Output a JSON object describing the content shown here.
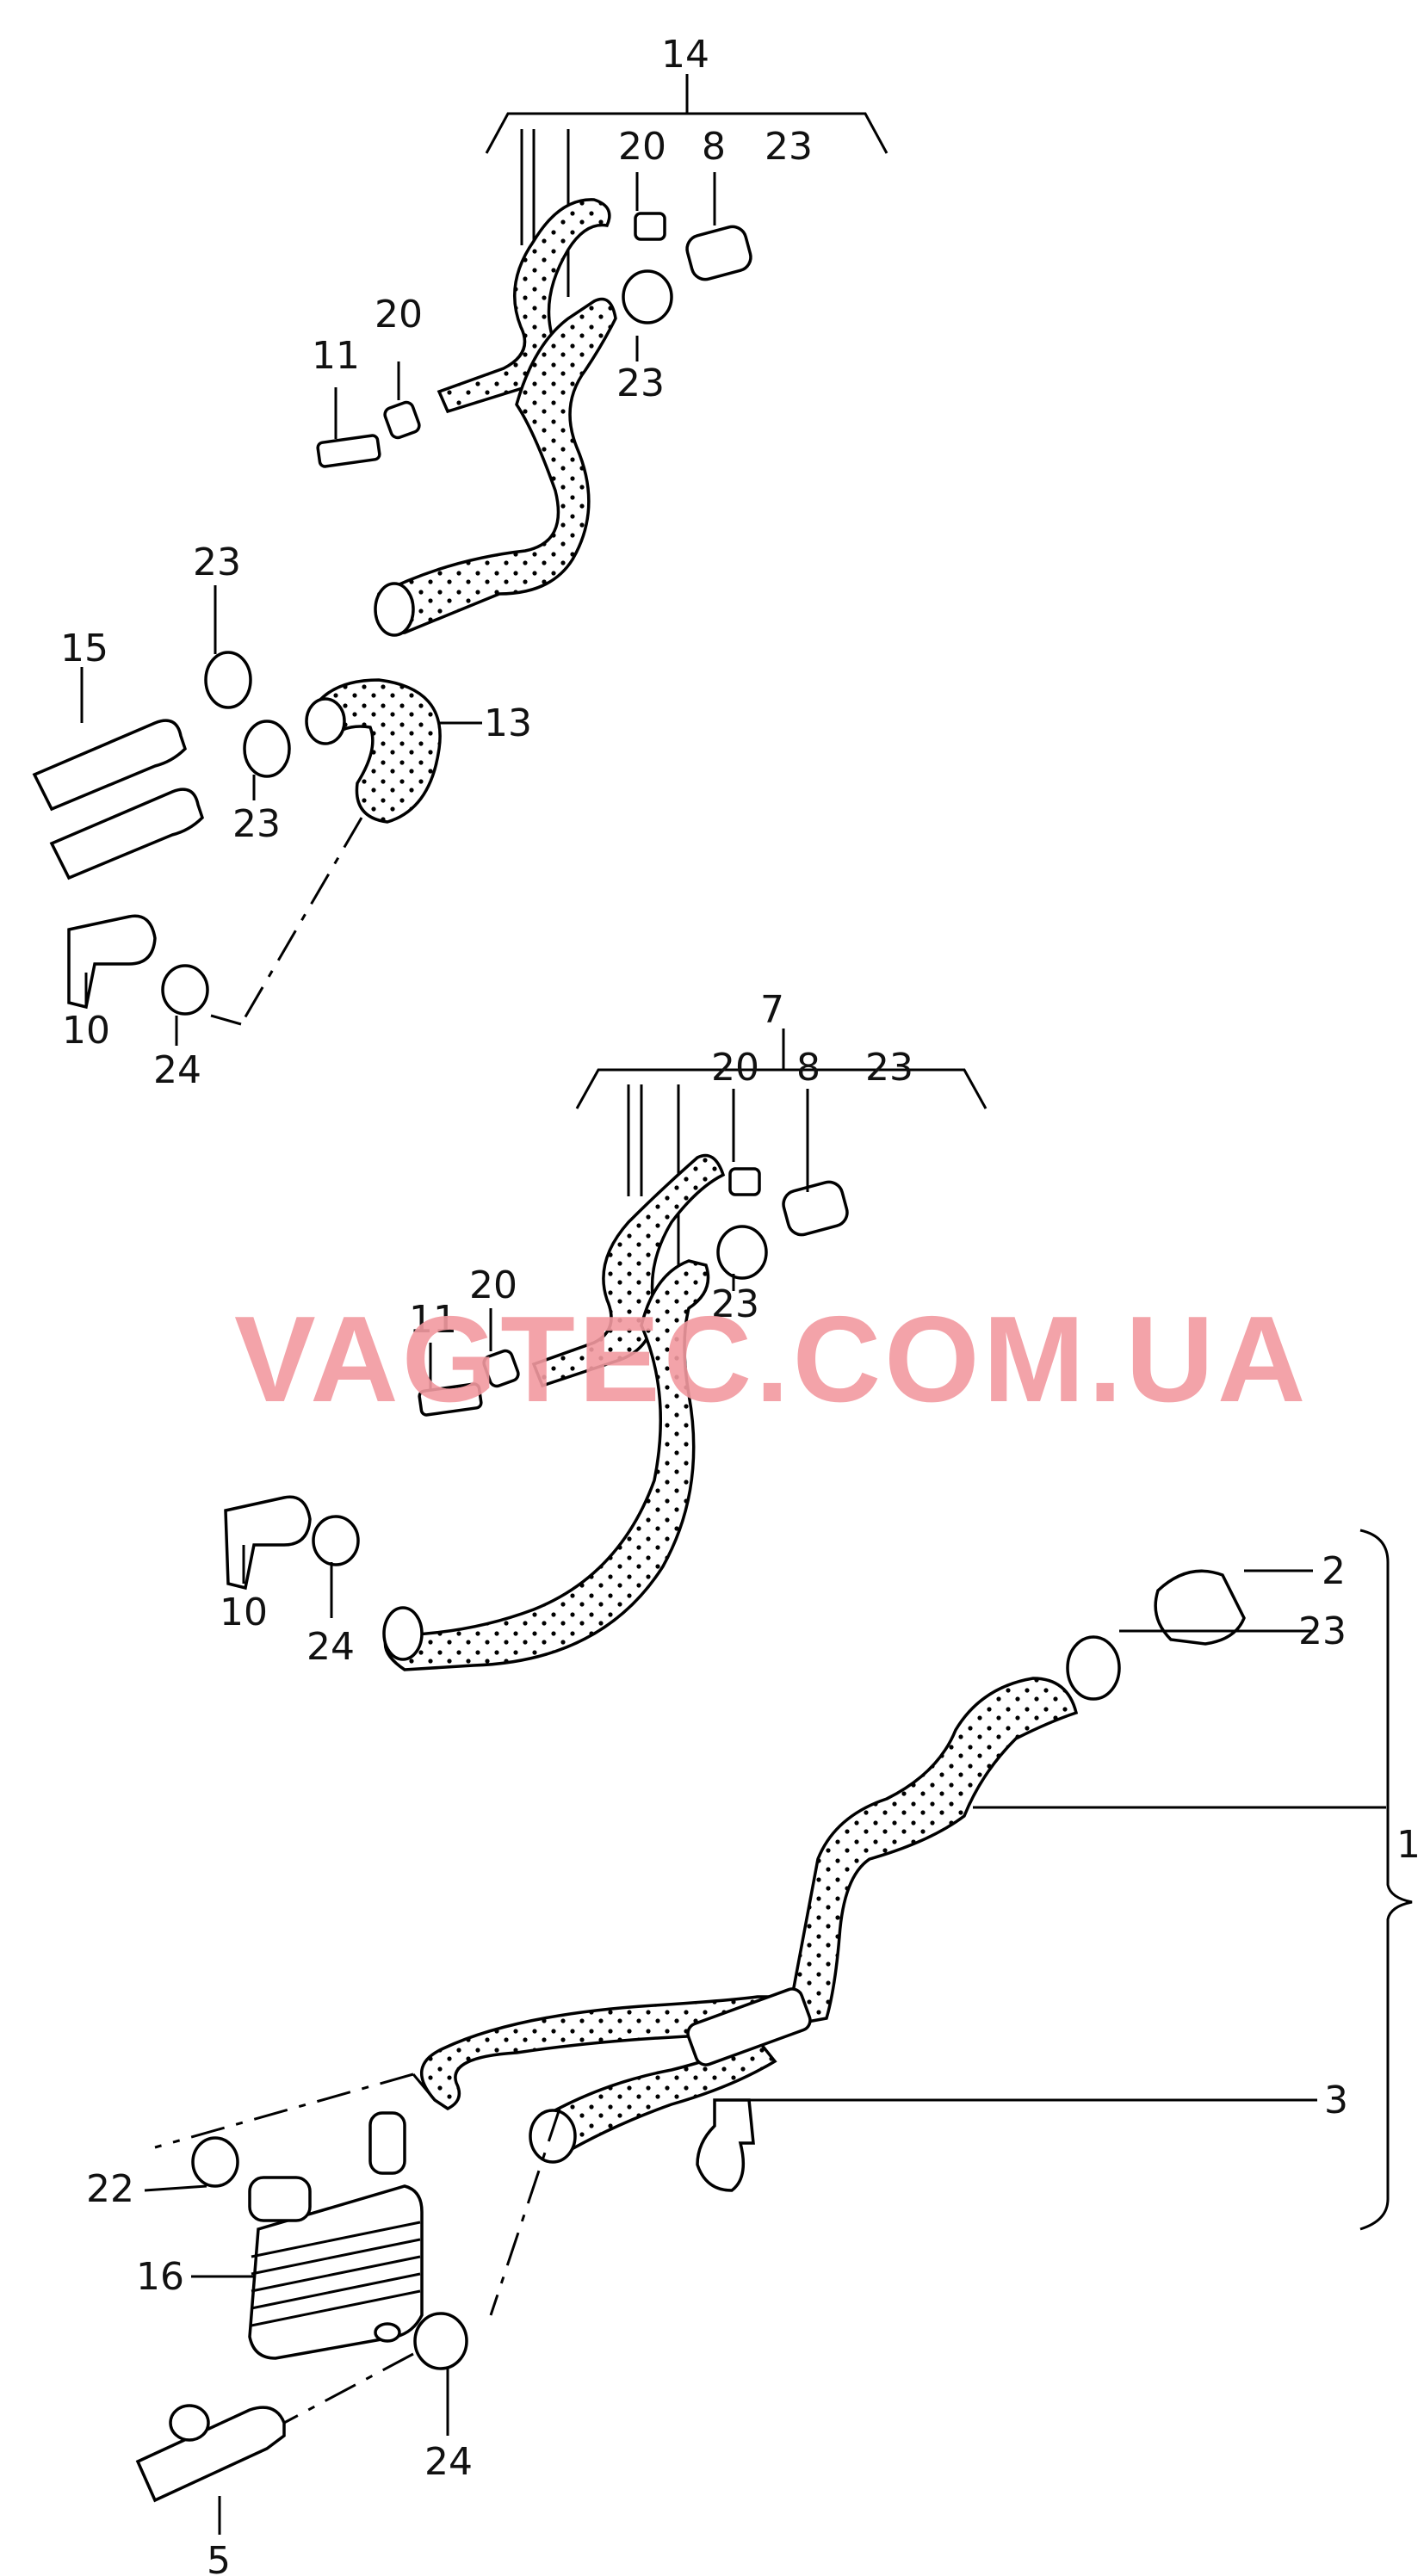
{
  "watermark": "VAGTEC.COM.UA",
  "callouts": {
    "c14": "14",
    "c20a": "20",
    "c8a": "8",
    "c23a": "23",
    "c23b": "23",
    "c20b": "20",
    "c11a": "11",
    "c23c": "23",
    "c15": "15",
    "c13": "13",
    "c23d": "23",
    "c10a": "10",
    "c24a": "24",
    "c7": "7",
    "c20c": "20",
    "c8b": "8",
    "c23e": "23",
    "c20d": "20",
    "c11b": "11",
    "c23f": "23",
    "c10b": "10",
    "c24b": "24",
    "c2": "2",
    "c23g": "23",
    "c1": "1",
    "c3": "3",
    "c22": "22",
    "c16": "16",
    "c24c": "24",
    "c5": "5"
  }
}
